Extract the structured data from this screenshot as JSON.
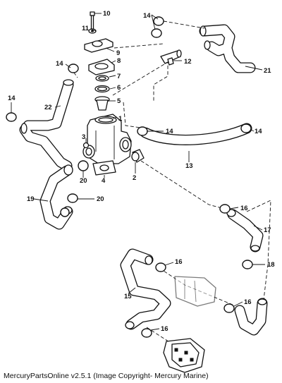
{
  "callouts": [
    "10",
    "11",
    "9",
    "14",
    "8",
    "14",
    "12",
    "7",
    "6",
    "5",
    "22",
    "14",
    "1",
    "14",
    "3",
    "14",
    "21",
    "13",
    "20",
    "4",
    "2",
    "19",
    "20",
    "16",
    "17",
    "18",
    "16",
    "15",
    "16",
    "16"
  ],
  "footer": "MercuryPartsOnline v2.5.1 (Image Copyright- Mercury Marine)",
  "colors": {
    "line": "#111111",
    "background": "#ffffff"
  }
}
